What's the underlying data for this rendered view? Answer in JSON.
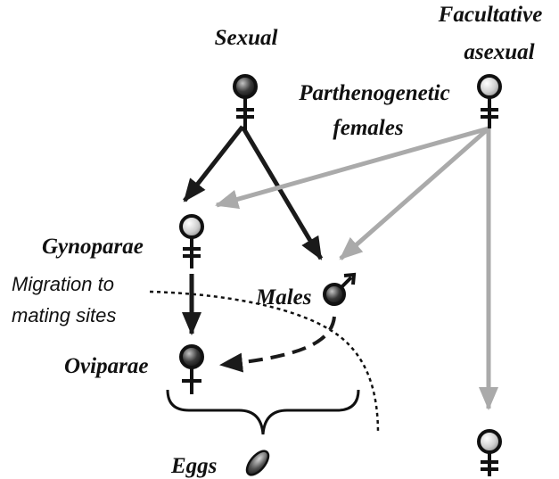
{
  "labels": {
    "sexual": "Sexual",
    "facultative_line1": "Facultative",
    "facultative_line2": "asexual",
    "parthenogenetic_line1": "Parthenogenetic",
    "parthenogenetic_line2": "females",
    "gynoparae": "Gynoparae",
    "males": "Males",
    "oviparae": "Oviparae",
    "eggs": "Eggs",
    "migration_line1": "Migration to",
    "migration_line2": "mating sites"
  },
  "colors": {
    "black_arrow": "#1a1a1a",
    "grey_arrow": "#aaaaaa",
    "symbol_ring": "#111111",
    "dark_gradient": [
      "#bbbbbb",
      "#111111"
    ],
    "light_gradient": [
      "#ffffff",
      "#999999"
    ]
  },
  "icons": {
    "female_symbol": "venus-icon",
    "male_symbol": "mars-icon",
    "egg": "egg-icon",
    "grouping_brace": "curly-brace"
  }
}
